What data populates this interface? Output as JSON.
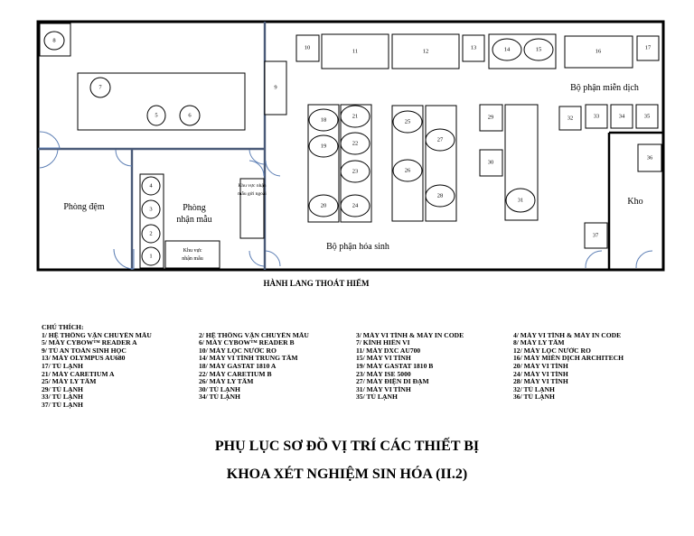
{
  "rooms": {
    "phong_dem": "Phòng đệm",
    "phong_nhan_mau_1": "Phòng",
    "phong_nhan_mau_2": "nhận mẫu",
    "khu_vuc_nhan_mau_1": "Khu vực",
    "khu_vuc_nhan_mau_2": "nhận mẫu",
    "khu_vuc_nhan_mau_ngoai_1": "Khu vực nhận",
    "khu_vuc_nhan_mau_ngoai_2": "mẫu gửi ngoài",
    "bo_phan_mien_dich": "Bộ phận miễn dịch",
    "bo_phan_hoa_sinh": "Bộ phận hóa sinh",
    "kho": "Kho"
  },
  "equipment_numbers": [
    "1",
    "2",
    "3",
    "4",
    "5",
    "6",
    "7",
    "8",
    "9",
    "10",
    "11",
    "12",
    "13",
    "14",
    "15",
    "16",
    "17",
    "18",
    "19",
    "20",
    "21",
    "22",
    "23",
    "24",
    "25",
    "26",
    "27",
    "28",
    "29",
    "30",
    "31",
    "32",
    "33",
    "34",
    "35",
    "36",
    "37"
  ],
  "hallway": "HÀNH LANG THOÁT HIỂM",
  "legend": {
    "title": "CHÚ THÍCH:",
    "items": [
      "1/ HỆ THỐNG VẬN CHUYỂN MẪU",
      "2/ HỆ THỐNG VẬN CHUYỂN MẪU",
      "3/ MÁY VI TÍNH & MÁY IN CODE",
      "4/ MÁY VI TÍNH & MÁY IN CODE",
      "5/ MÁY CYBOW™ READER A",
      "6/ MÁY CYBOW™ READER B",
      "7/ KÍNH HIỂN VI",
      "8/ MÁY LY TÂM",
      "9/ TỦ AN TOÀN SINH HỌC",
      "10/ MÁY LỌC NƯỚC RO",
      "11/ MÁY DXC AU700",
      "12/ MÁY LỌC NƯỚC RO",
      "13/ MÁY OLYMPUS AU680",
      "14/ MÁY VI TÍNH TRUNG TÂM",
      "15/ MÁY VI TÍNH",
      "16/ MÁY MIỄN DỊCH ARCHITECH",
      "17/ TỦ LẠNH",
      "18/ MÁY GASTAT 1810 A",
      "19/ MÁY GASTAT 1810 B",
      "20/ MÁY VI TÍNH",
      "21/ MÁY CARETIUM A",
      "22/ MÁY CARETIUM B",
      "23/ MÁY ISE 5000",
      "24/ MÁY VI TÍNH",
      "25/ MÁY LY TÂM",
      "26/ MÁY LY TÂM",
      "27/ MÁY ĐIỆN DI ĐẠM",
      "28/ MÁY VI TÍNH",
      "29/ TỦ LẠNH",
      "30/ TỦ LẠNH",
      "31/ MÁY VI TÍNH",
      "32/ TỦ LẠNH",
      "33/ TỦ LẠNH",
      "34/ TỦ LẠNH",
      "35/ TỦ LẠNH",
      "36/ TỦ LẠNH",
      "37/ TỦ LẠNH"
    ]
  },
  "title_line1": "PHỤ LỤC SƠ ĐỒ VỊ TRÍ CÁC THIẾT BỊ",
  "title_line2": "KHOA XÉT NGHIỆM SIN HÓA (II.2)",
  "colors": {
    "partition": "#4a5a78",
    "arrow": "#e8262b",
    "door": "#5d7fb5"
  }
}
